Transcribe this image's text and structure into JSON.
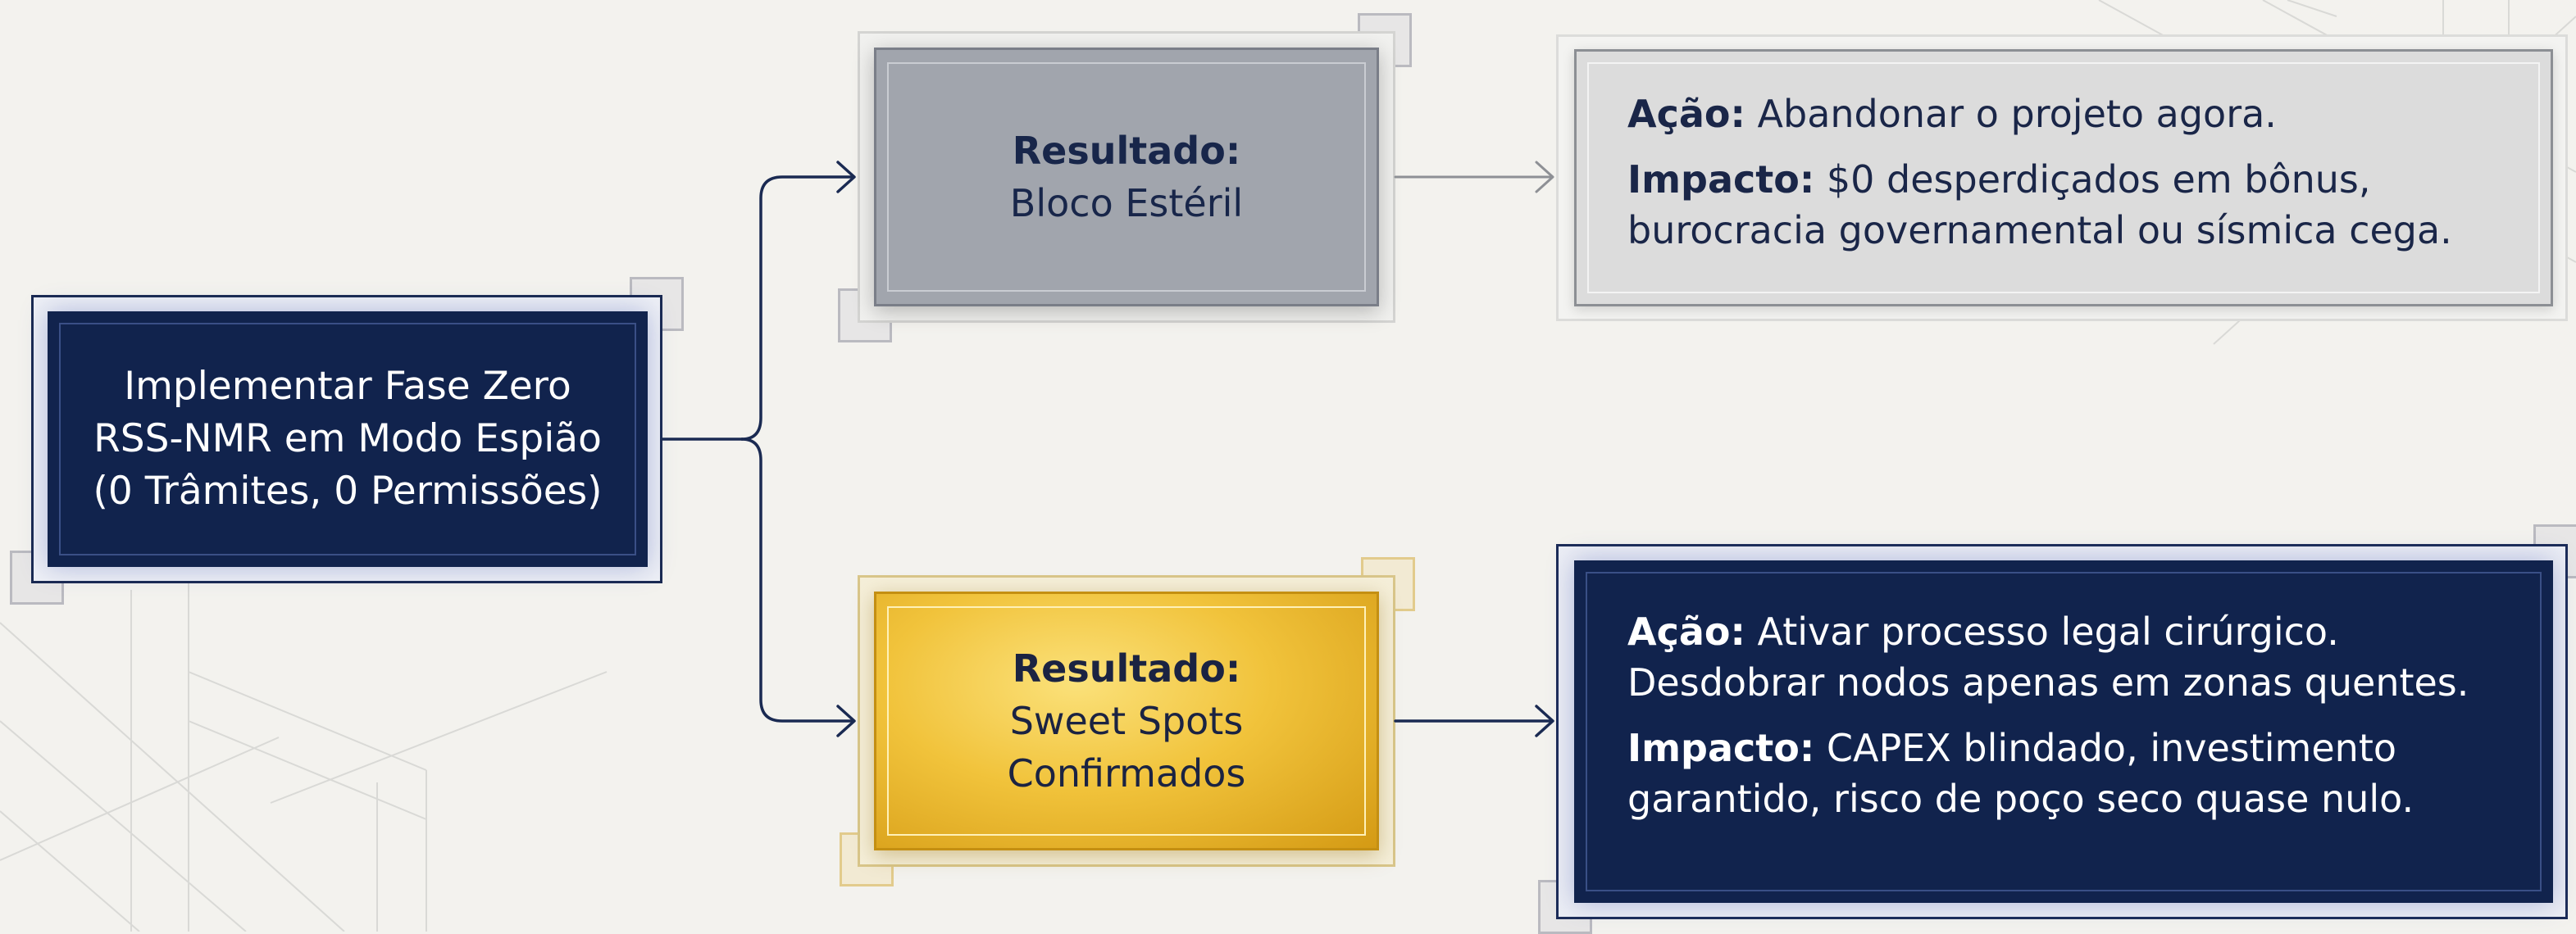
{
  "root": {
    "lines": [
      "Implementar Fase Zero",
      "RSS-NMR em Modo Espião",
      "(0 Trâmites, 0 Permissões)"
    ]
  },
  "result_top": {
    "label": "Resultado:",
    "lines": [
      "Bloco Estéril"
    ]
  },
  "result_bottom": {
    "label": "Resultado:",
    "lines": [
      "Sweet Spots",
      "Confirmados"
    ]
  },
  "action_top": {
    "action_label": "Ação:",
    "action_text": "Abandonar o projeto agora.",
    "impact_label": "Impacto:",
    "impact_text_lines": [
      "$0 desperdiçados em bônus,",
      "burocracia governamental ou sísmica cega."
    ]
  },
  "action_bottom": {
    "action_label": "Ação:",
    "action_text_lines": [
      "Ativar processo legal cirúrgico.",
      "Desdobrar nodos apenas em zonas quentes."
    ],
    "impact_label": "Impacto:",
    "impact_text_lines": [
      "CAPEX blindado, investimento",
      "garantido, risco de poço seco quase nulo."
    ]
  },
  "colors": {
    "navy": "#11234d",
    "gray": "#a1a5ad",
    "gold": "#f1c33b",
    "connector": "#1a2a52"
  }
}
